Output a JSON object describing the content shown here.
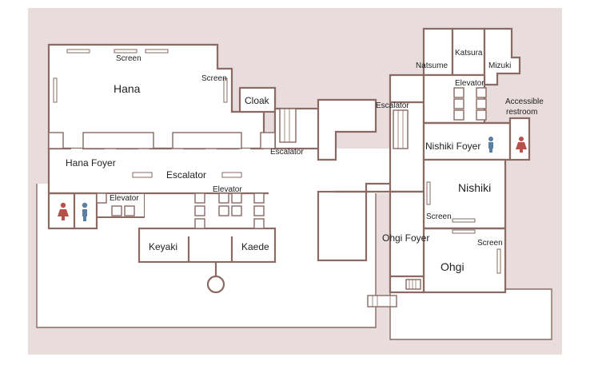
{
  "colors": {
    "page_background": "#ffffff",
    "outer_background": "#e8dcdc",
    "wall": "#8a6a62",
    "floor": "#ffffff",
    "women_icon": "#b5524a",
    "men_icon": "#5a7fa0"
  },
  "rooms": {
    "hana": "Hana",
    "hana_foyer": "Hana Foyer",
    "cloak": "Cloak",
    "keyaki": "Keyaki",
    "kaede": "Kaede",
    "natsume": "Natsume",
    "katsura": "Katsura",
    "mizuki": "Mizuki",
    "nishiki": "Nishiki",
    "nishiki_foyer": "Nishiki Foyer",
    "ohgi": "Ohgi",
    "ohgi_foyer": "Ohgi Foyer"
  },
  "labels": {
    "screen": "Screen",
    "escalator": "Escalator",
    "elevator": "Elevator",
    "accessible_restroom_line1": "Accessible",
    "accessible_restroom_line2": "restroom"
  },
  "icons": {
    "women_restroom": "women-restroom-icon",
    "men_restroom": "men-restroom-icon",
    "stairs": "stairs-icon",
    "elevator_car": "elevator-car-icon",
    "escalator": "escalator-icon"
  }
}
